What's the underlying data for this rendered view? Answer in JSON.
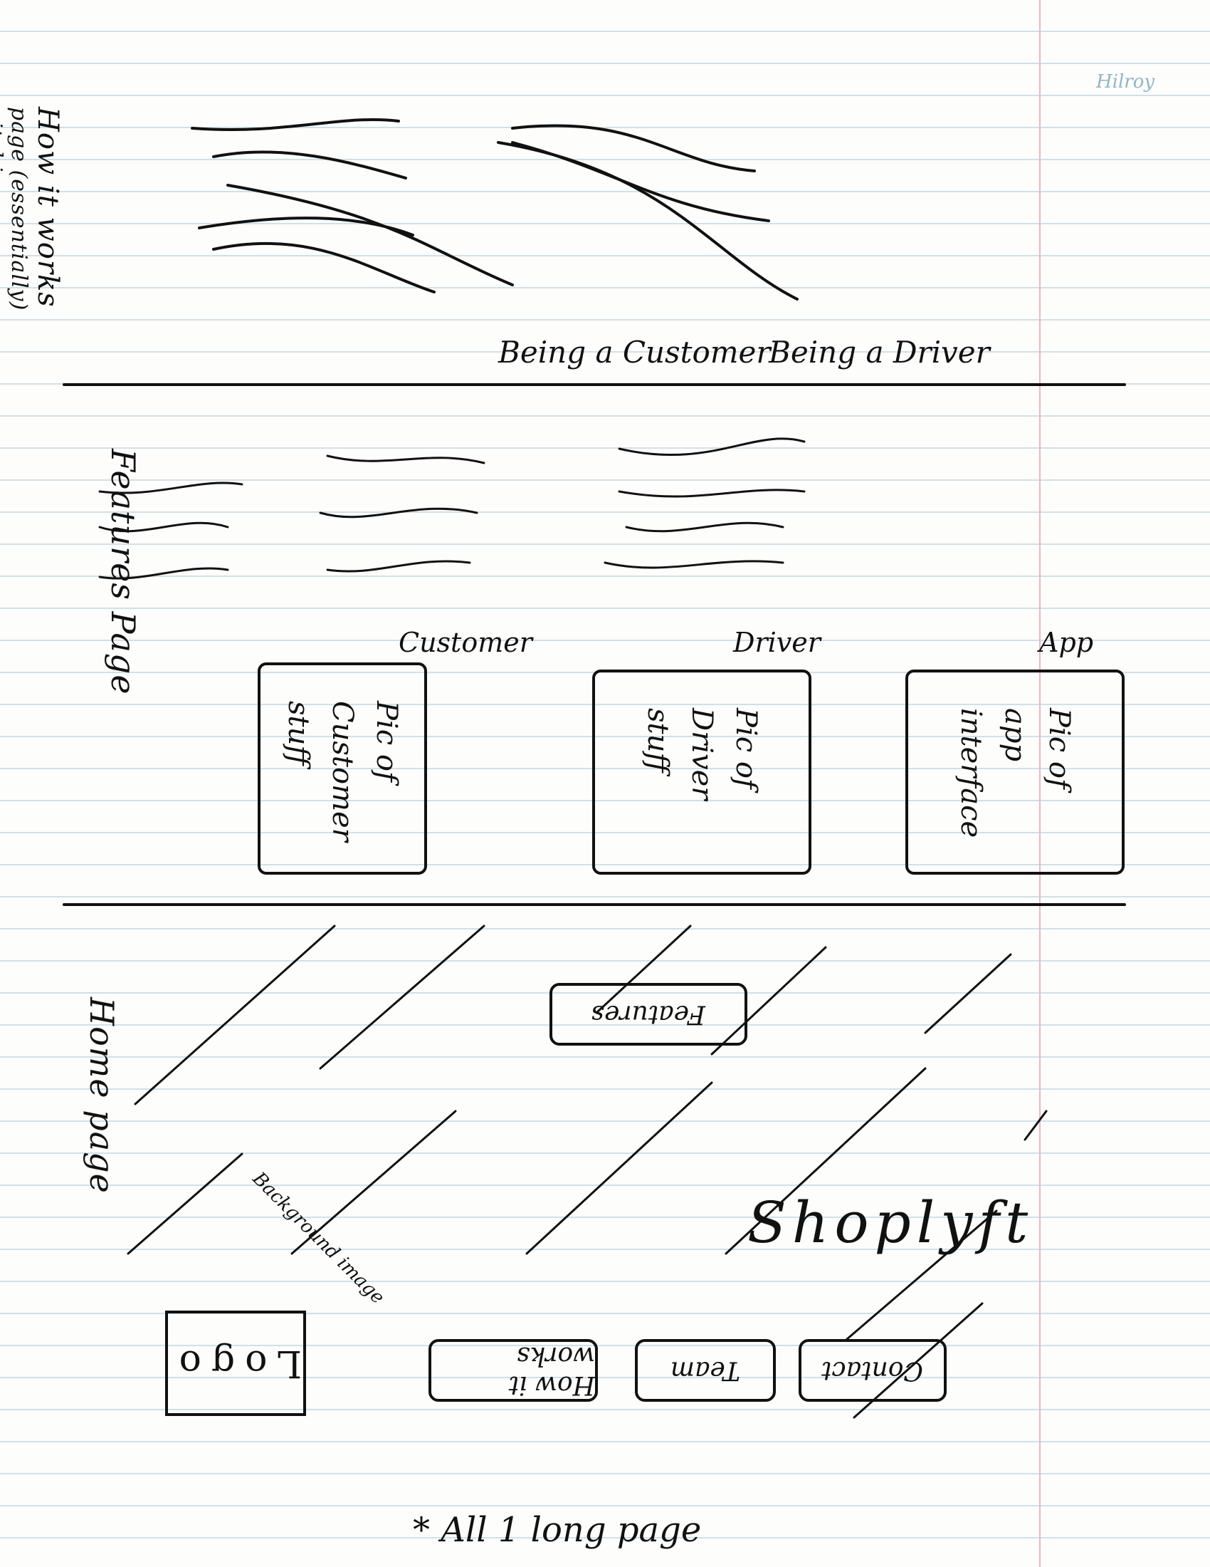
{
  "home_page": {
    "label": "Home page",
    "logo": "Logo",
    "background_note": "Background image",
    "brand": "Shoplyft",
    "nav": [
      "How it works",
      "Team",
      "Contact"
    ],
    "features_button": "Features"
  },
  "features_page": {
    "label": "Features Page",
    "columns": [
      {
        "heading": "Customer",
        "box_lines": [
          "Pic of",
          "Customer",
          "stuff"
        ]
      },
      {
        "heading": "Driver",
        "box_lines": [
          "Pic of",
          "Driver",
          "stuff"
        ]
      },
      {
        "heading": "App",
        "box_lines": [
          "Pic of",
          "app",
          "interface"
        ]
      }
    ]
  },
  "how_it_works_page": {
    "label_line1": "How it works",
    "label_line2": "page (essentially)",
    "label_line3": "pitching",
    "columns": [
      {
        "heading": "Being a Customer"
      },
      {
        "heading": "Being a Driver"
      }
    ]
  },
  "footer_note": "* All 1 long page",
  "brand_mark": "Hilroy"
}
